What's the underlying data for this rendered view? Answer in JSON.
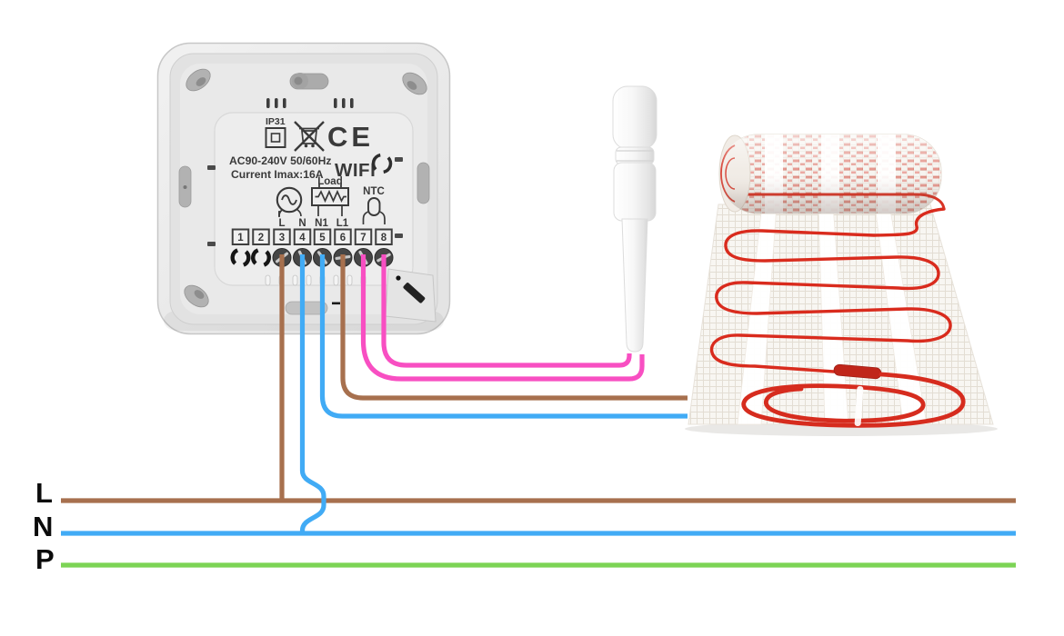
{
  "thermostat": {
    "ip_rating": "IP31",
    "ce_mark": "CE",
    "spec_voltage": "AC90-240V 50/60Hz",
    "spec_current": "Current Imax:16A",
    "wifi_label": "WIFI",
    "load_label": "Load",
    "ntc_label": "NTC",
    "terminal_labels": [
      "L",
      "N",
      "N1",
      "L1"
    ],
    "terminal_numbers": [
      "1",
      "2",
      "3",
      "4",
      "5",
      "6",
      "7",
      "8"
    ]
  },
  "power_lines": {
    "live": {
      "label": "L",
      "color": "#a7704e"
    },
    "neutral": {
      "label": "N",
      "color": "#41abf5"
    },
    "earth": {
      "label": "P",
      "color": "#7cd455"
    }
  },
  "wires": {
    "live_color": "#a7704e",
    "neutral_color": "#41abf5",
    "sensor_color": "#f84fc2",
    "heating_cable_color": "#d92b1d"
  }
}
